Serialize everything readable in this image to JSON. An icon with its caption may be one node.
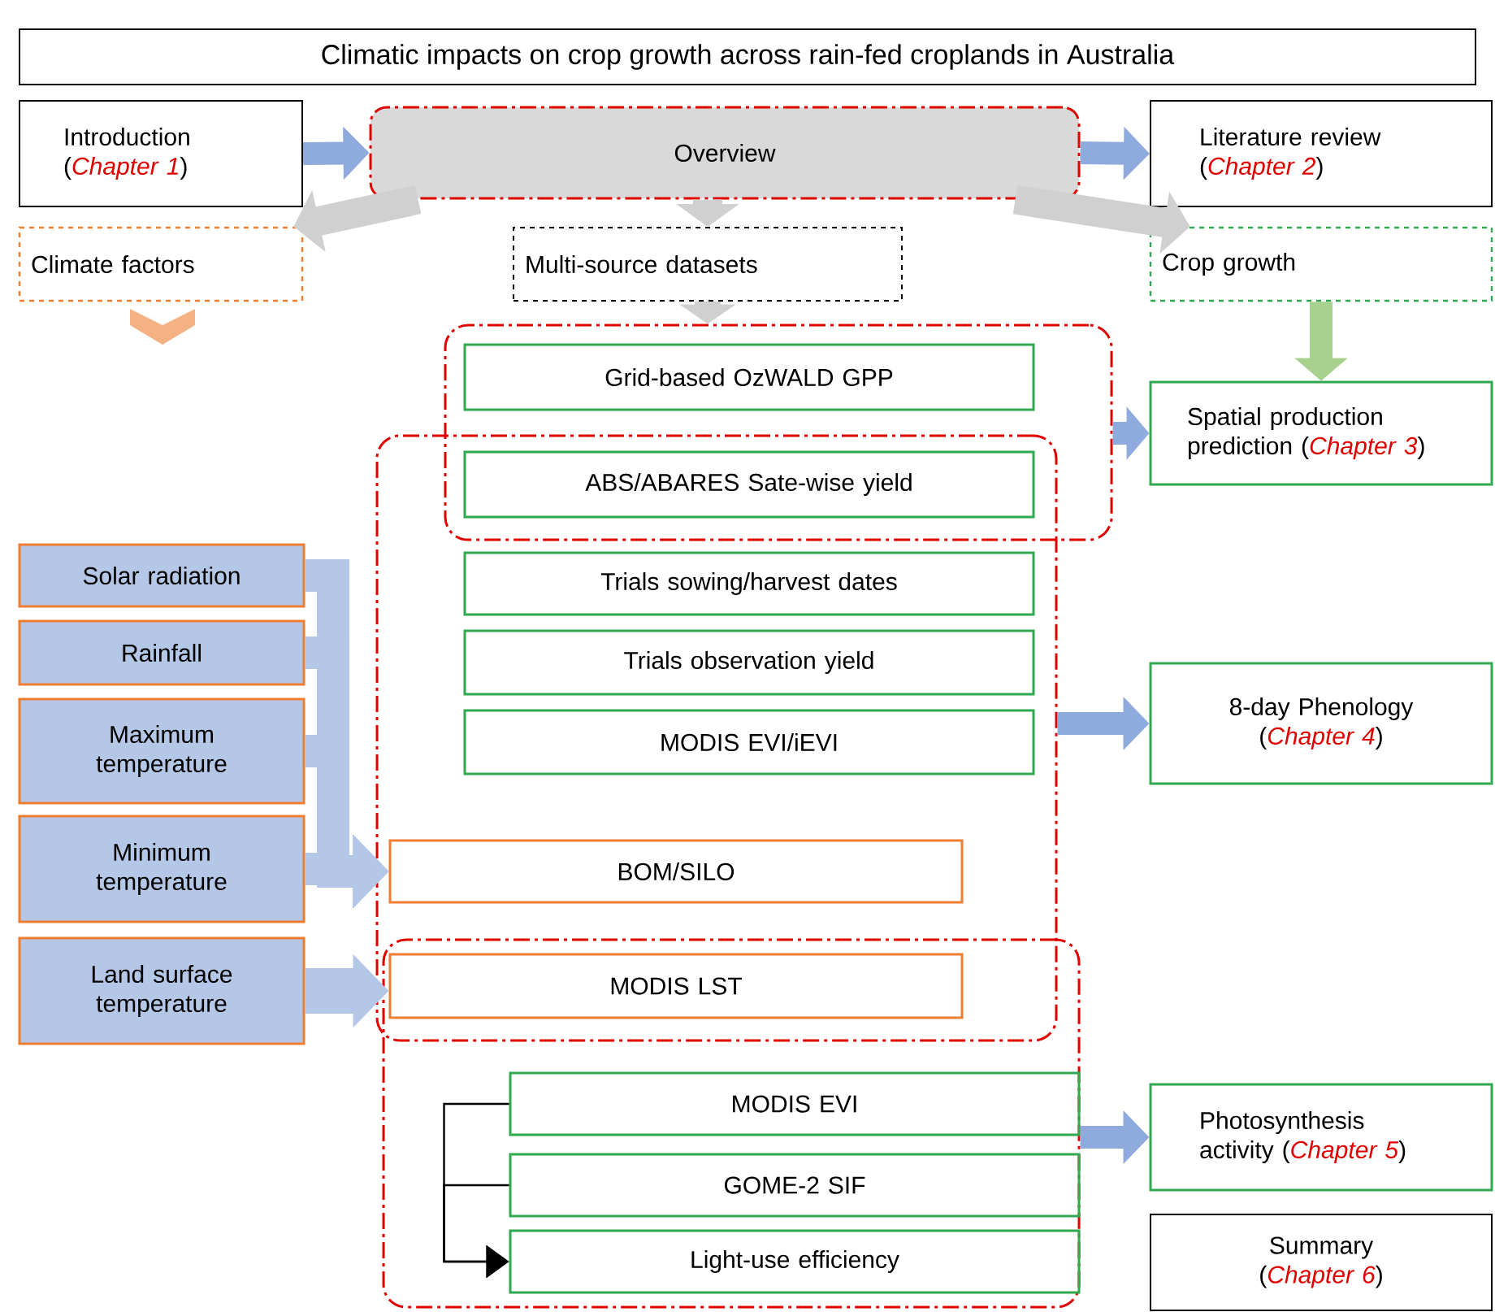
{
  "diagram": {
    "title": "Climatic impacts on crop growth across rain-fed croplands in Australia",
    "nodes": [
      {
        "text": [
          "Introduction (*Chapter 1*)"
        ]
      },
      {
        "text": [
          "Overview"
        ]
      },
      {
        "text": [
          "Literature review (*Chapter 2*)"
        ]
      },
      {
        "text": [
          "Climate factors"
        ]
      },
      {
        "text": [
          "Multi-source datasets"
        ]
      },
      {
        "text": [
          "Crop growth"
        ]
      },
      {
        "text": [],
        "shape": "box"
      },
      {
        "text": [
          "Grid-based OzWALD GPP"
        ],
        "in": 6
      },
      {
        "text": [
          "Spatial production prediction (*Chapter 3*)"
        ]
      },
      {
        "text": [],
        "shape": "box"
      },
      {
        "text": [
          "ABS/ABARES Sate-wise yield"
        ]
      },
      {
        "text": [
          "Solar radiation"
        ]
      },
      {
        "text": [
          "Trials sowing/harvest dates"
        ],
        "in": 9
      },
      {
        "text": [
          "Rainfall"
        ]
      },
      {
        "text": [
          "Trials observation yield"
        ],
        "in": 9
      },
      {
        "text": [
          "Maximum temperature"
        ]
      },
      {
        "text": [
          "MODIS EVI/iEVI"
        ],
        "in": 9
      },
      {
        "text": [
          "8-day Phenology (*Chapter 4*)"
        ]
      },
      {
        "text": [
          "Minimum temperature"
        ]
      },
      {
        "text": [
          "BOM/SILO"
        ],
        "in": 9
      },
      {
        "text": [
          "Land surface temperature"
        ]
      },
      {
        "text": [],
        "shape": "box"
      },
      {
        "text": [
          "MODIS LST"
        ]
      },
      {
        "text": [
          "MODIS EVI"
        ],
        "in": 21
      },
      {
        "text": [
          "Photosynthesis activity (*Chapter 5*)"
        ]
      },
      {
        "text": [
          "GOME-2 SIF"
        ],
        "in": 21
      },
      {
        "text": [
          "Light-use efficiency"
        ],
        "in": 21
      },
      {
        "text": [
          "Summary (*Chapter 6*)"
        ]
      }
    ],
    "edges": [
      {
        "from": 0,
        "to": 1,
        "arrow": "to",
        "color": "#8faadc"
      },
      {
        "from": 1,
        "to": 2,
        "arrow": "to",
        "color": "#8faadc"
      },
      {
        "from": 1,
        "to": 3,
        "arrow": "to",
        "color": "#d0d0d0"
      },
      {
        "from": 1,
        "to": 4,
        "arrow": "to",
        "color": "#d0d0d0"
      },
      {
        "from": 1,
        "to": 5,
        "arrow": "to",
        "color": "#d0d0d0"
      },
      {
        "from": 4,
        "to": 6,
        "arrow": "to",
        "color": "#d0d0d0"
      },
      {
        "from": 5,
        "to": 8,
        "arrow": "to",
        "color": "#a9d18e"
      },
      {
        "from": 6,
        "to": 8,
        "arrow": "to",
        "color": "#8faadc"
      },
      {
        "from": 9,
        "to": 17,
        "arrow": "to",
        "color": "#8faadc"
      },
      {
        "from": 21,
        "to": 24,
        "arrow": "to",
        "color": "#8faadc"
      },
      {
        "from": 11,
        "to": 19,
        "arrow": "to",
        "color": "#b4c7e7"
      },
      {
        "from": 13,
        "to": 19,
        "arrow": "to",
        "color": "#b4c7e7"
      },
      {
        "from": 15,
        "to": 19,
        "arrow": "to",
        "color": "#b4c7e7"
      },
      {
        "from": 18,
        "to": 19,
        "arrow": "to",
        "color": "#b4c7e7"
      },
      {
        "from": 20,
        "to": 22,
        "arrow": "to",
        "color": "#b4c7e7"
      },
      {
        "from": 23,
        "to": 26,
        "arrow": "to",
        "color": "#000000"
      },
      {
        "from": 25,
        "to": 26,
        "arrow": "to",
        "color": "#000000"
      }
    ]
  }
}
